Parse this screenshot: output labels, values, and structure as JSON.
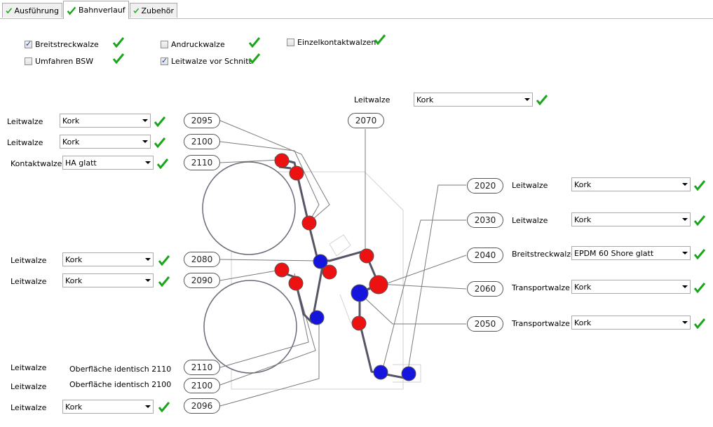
{
  "tabs": [
    {
      "label": "Ausführung",
      "active": false
    },
    {
      "label": "Bahnverlauf",
      "active": true
    },
    {
      "label": "Zubehör",
      "active": false
    }
  ],
  "options": [
    {
      "label": "Breitstreckwalze",
      "checked": true
    },
    {
      "label": "Umfahren BSW",
      "checked": false
    },
    {
      "label": "Andruckwalze",
      "checked": false
    },
    {
      "label": "Leitwalze vor Schnitt",
      "checked": true
    },
    {
      "label": "Einzelkontaktwalzen",
      "checked": false
    }
  ],
  "left_rows": [
    {
      "label": "Leitwalze",
      "value": "Kork",
      "position": "2095"
    },
    {
      "label": "Leitwalze",
      "value": "Kork",
      "position": "2100"
    },
    {
      "label": "Kontaktwalze",
      "value": "HA glatt",
      "position": "2110"
    },
    {
      "label": "Leitwalze",
      "value": "Kork",
      "position": "2080"
    },
    {
      "label": "Leitwalze",
      "value": "Kork",
      "position": "2090"
    },
    {
      "label": "Leitwalze",
      "text": "Oberfläche identisch 2110",
      "position": "2110"
    },
    {
      "label": "Leitwalze",
      "text": "Oberfläche identisch 2100",
      "position": "2100"
    },
    {
      "label": "Leitwalze",
      "value": "Kork",
      "position": "2096"
    }
  ],
  "top_row": {
    "label": "Leitwalze",
    "value": "Kork",
    "position": "2070"
  },
  "right_rows": [
    {
      "label": "Leitwalze",
      "value": "Kork",
      "position": "2020"
    },
    {
      "label": "Leitwalze",
      "value": "Kork",
      "position": "2030"
    },
    {
      "label": "Breitstreckwalze",
      "value": "EPDM 60 Shore glatt",
      "position": "2040"
    },
    {
      "label": "Transportwalze",
      "value": "Kork",
      "position": "2060"
    },
    {
      "label": "Transportwalze",
      "value": "Kork",
      "position": "2050"
    }
  ],
  "colors": {
    "roller_red": "#ee1111",
    "roller_blue": "#1515dd",
    "check_green": "#1aa51a",
    "path": "#555566"
  },
  "icons": {
    "ok": "green-check-icon",
    "checkbox_checked": "checkmark",
    "dropdown": "chevron-down-icon"
  }
}
